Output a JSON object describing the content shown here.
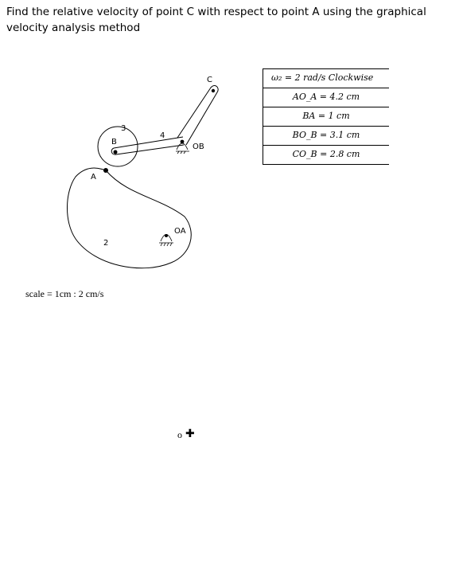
{
  "question": "Find the relative velocity of point C with respect to point A using the graphical velocity analysis method",
  "diagram": {
    "labels": {
      "c": "C",
      "b": "B",
      "a": "A",
      "link3": "3",
      "link4": "4",
      "link2": "2",
      "ob": "OB",
      "oa": "OA"
    }
  },
  "given": {
    "rows": [
      "ω₂ = 2 rad/s  Clockwise",
      "AO_A = 4.2 cm",
      "BA = 1 cm",
      "BO_B = 3.1 cm",
      "CO_B = 2.8 cm"
    ]
  },
  "scale": "scale = 1cm : 2 cm/s",
  "origin": {
    "label": "o",
    "marker": "✚"
  }
}
